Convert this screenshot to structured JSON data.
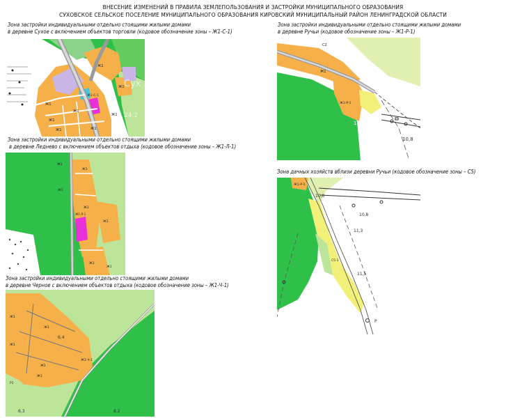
{
  "title": {
    "line1": "ВНЕСЕНИЕ ИЗМЕНЕНИЙ В ПРАВИЛА ЗЕМЛЕПОЛЬЗОВАНИЯ И ЗАСТРОЙКИ МУНИЦИПАЛЬНОГО ОБРАЗОВАНИЯ",
    "line2": "СУХОВСКОЕ СЕЛЬСКОЕ ПОСЕЛЕНИЕ МУНИЦИПАЛЬНОГО ОБРАЗОВАНИЯ КИРОВСКИЙ МУНИЦИПАЛЬНЫЙ РАЙОН ЛЕНИНГРАДСКОЙ ОБЛАСТИ"
  },
  "panels": {
    "sukhoe": {
      "caption1": "Зона застройки индивидуальными отдельно стоящими жилыми домами",
      "caption2": "в деревне Сухое с включением объектов торговли (кодовое обозначение зоны – Ж1-С-1)",
      "labels": [
        "Ж1",
        "Ж1",
        "Ж1",
        "Ж1-С-1",
        "Ж1",
        "Ж1",
        "Ж1",
        "Ж1",
        "Ж1",
        "Сух",
        "24,2"
      ]
    },
    "ruchi": {
      "caption1": "Зона застройки индивидуальными отдельно стоящими жилыми домами",
      "caption2": "в деревне Ручьи (кодовое обозначение зоны – Ж1-Р-1)",
      "labels": [
        "С2",
        "Ж1",
        "Ж1-Р-1",
        "10,0",
        "10,8"
      ]
    },
    "lednevo": {
      "caption1": "Зона застройки индивидуальными отдельно стоящими жилыми домами",
      "caption2": "в деревне Леднево с включением объектов отдыха (кодовое обозначение зоны – Ж1-Л-1)",
      "labels": [
        "Ж1",
        "Ж1",
        "Ж1",
        "Ж1-Л-1",
        "Ж1",
        "Ж1",
        "Ж1",
        "Ж1"
      ]
    },
    "dacha": {
      "caption1": "Зона дачных хозяйств вблизи деревни Ручьи (кодовое обозначение зоны – С5)",
      "labels": [
        "Ж1-Р-1",
        "10,0",
        "10,8",
        "11,3",
        "С5-1",
        "11,5",
        "Р"
      ]
    },
    "chernoe": {
      "caption1": "Зона застройки индивидуальными отдельно стоящими жилыми домами",
      "caption2": "в деревне Черное с включением объектов отдыха (кодовое обозначение зоны – Ж1-Ч-1)",
      "labels": [
        "Ж1",
        "Ж1",
        "Ж1",
        "Ж1",
        "Ж1-Ч-1",
        "Ж1",
        "Р1",
        "6,4",
        "6,3",
        "8,2"
      ]
    }
  },
  "colors": {
    "orange": "#f6b04a",
    "green": "#2fc04a",
    "light_green": "#bde59a",
    "pale_green": "#dff0b0",
    "lilac": "#c9b6e6",
    "magenta": "#e92fd8",
    "cyan": "#3fc6e0",
    "yellow": "#f3f07a"
  }
}
